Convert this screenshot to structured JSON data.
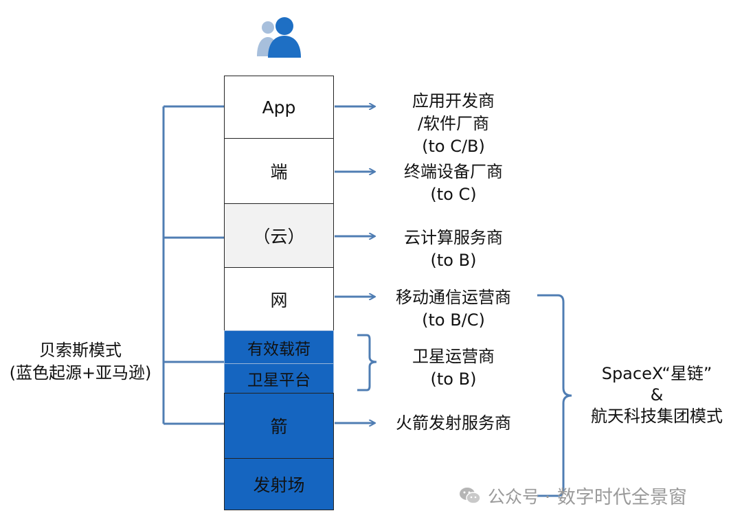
{
  "stack": [
    {
      "label": "App",
      "style": "white"
    },
    {
      "label": "端",
      "style": "white"
    },
    {
      "label": "（云）",
      "style": "grey"
    },
    {
      "label": "网",
      "style": "white"
    },
    {
      "label": "有效载荷",
      "style": "blue"
    },
    {
      "label": "卫星平台",
      "style": "blue"
    },
    {
      "label": "箭",
      "style": "blue"
    },
    {
      "label": "发射场",
      "style": "blue"
    }
  ],
  "providers": [
    [
      "应用开发商",
      "/软件厂商",
      "(to C/B)"
    ],
    [
      "终端设备厂商",
      "(to C)"
    ],
    [
      "云计算服务商",
      "(to B)"
    ],
    [
      "移动通信运营商",
      "(to B/C)"
    ],
    [
      "卫星运营商",
      "(to B)"
    ],
    [
      "火箭发射服务商"
    ]
  ],
  "left_model": [
    "贝索斯模式",
    "(蓝色起源+亚马逊)"
  ],
  "right_model": [
    "SpaceX“星链”",
    "&",
    "航天科技集团模式"
  ],
  "watermark": {
    "prefix": "公众号 ·",
    "name": "数字时代全景窗",
    "icon": "wechat-icon"
  },
  "user_icon": "user-group-icon",
  "colors": {
    "blue": "#1565c0",
    "line": "#4f7db3",
    "grey": "#f2f2f2"
  }
}
